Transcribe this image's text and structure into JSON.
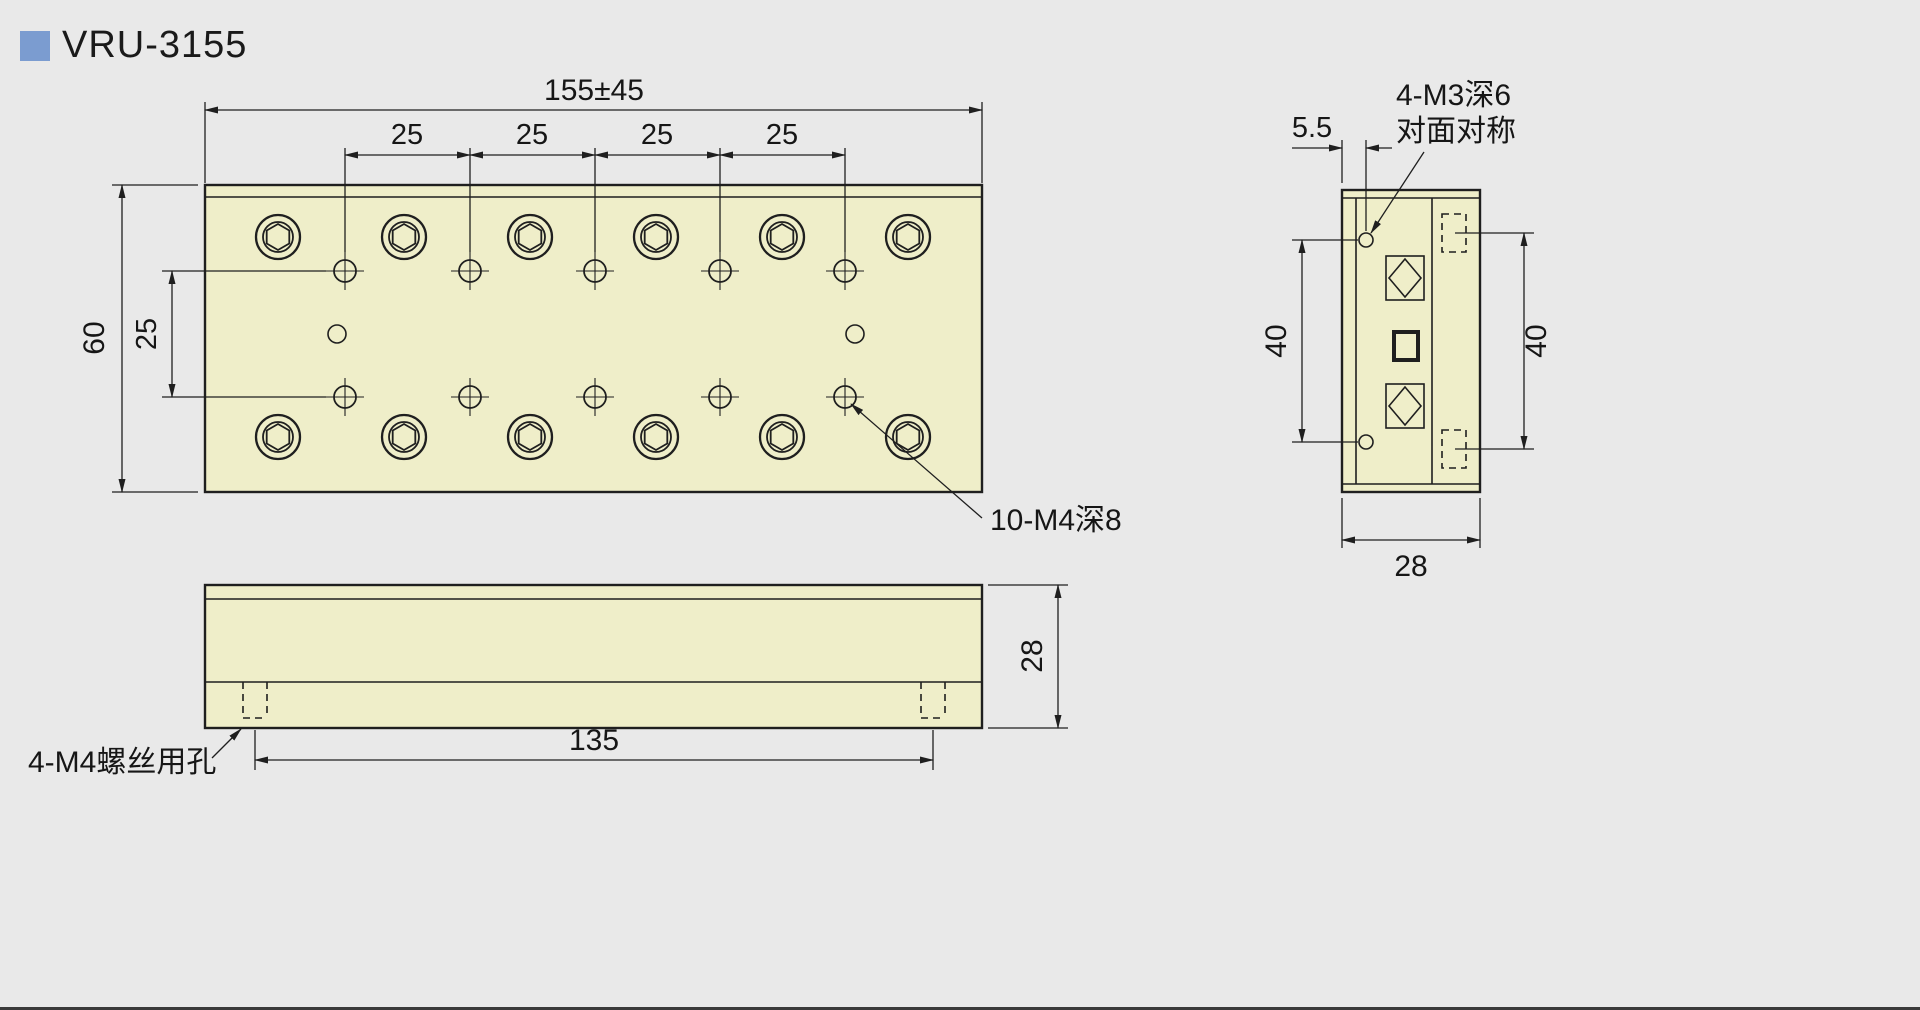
{
  "page": {
    "title": "VRU-3155",
    "accent_color": "#7b9cd0",
    "background_color": "#e9e9e9",
    "part_fill_color": "#efeec9",
    "line_color": "#1f1f1f"
  },
  "top_view": {
    "width_dim": "155±45",
    "pitch_dims": [
      "25",
      "25",
      "25",
      "25"
    ],
    "height_dim": "60",
    "row_spacing_dim": "25",
    "holes_label": "10-M4深8"
  },
  "front_view": {
    "height_dim": "28",
    "length_dim": "135",
    "through_holes_label": "4-M4螺丝用孔"
  },
  "side_view": {
    "edge_offset_dim": "5.5",
    "side_holes_label_line1": "4-M3深6",
    "side_holes_label_line2": "对面对称",
    "left_hole_spacing_dim": "40",
    "right_hole_spacing_dim": "40",
    "depth_dim": "28"
  }
}
